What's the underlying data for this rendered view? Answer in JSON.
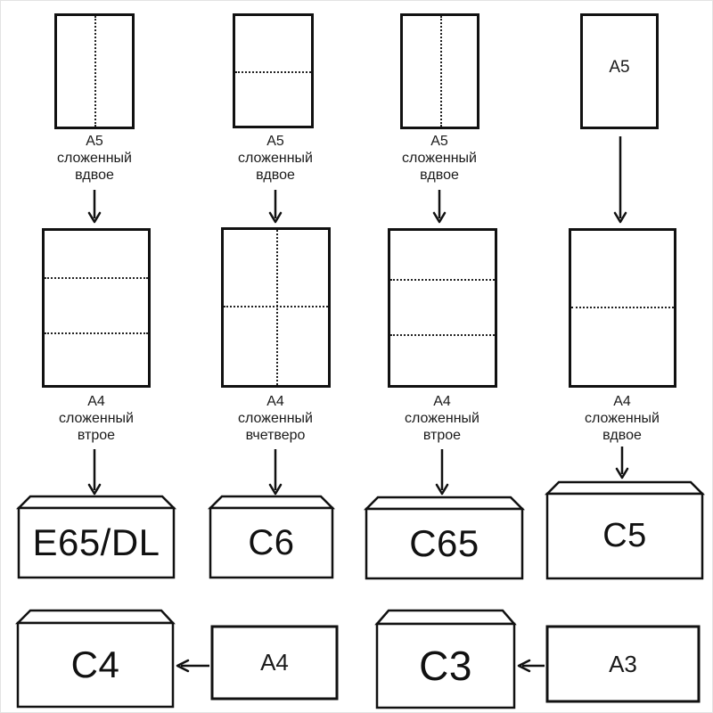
{
  "colors": {
    "background": "#ffffff",
    "outline": "#111111",
    "fold_line": "#222222",
    "highlight": "#f9a3a3"
  },
  "columns": [
    {
      "top_sheet": {
        "fold": "vertical-half",
        "label": "А5\nсложенный\nвдвое"
      },
      "mid_sheet": {
        "fold": "horizontal-thirds",
        "label": "А4\nсложенный\nвтрое"
      },
      "envelope_label": "E65/DL"
    },
    {
      "top_sheet": {
        "fold": "horizontal-half",
        "label": "А5\nсложенный\nвдвое"
      },
      "mid_sheet": {
        "fold": "cross-quarters",
        "label": "А4\nсложенный\nвчетверо"
      },
      "envelope_label": "C6"
    },
    {
      "top_sheet": {
        "fold": "vertical-half",
        "label": "А5\nсложенный\nвдвое"
      },
      "mid_sheet": {
        "fold": "horizontal-thirds",
        "label": "А4\nсложенный\nвтрое"
      },
      "envelope_label": "C65"
    },
    {
      "top_sheet": {
        "fold": "none",
        "inner_label": "A5"
      },
      "mid_sheet": {
        "fold": "horizontal-half",
        "label": "А4\nсложенный\nвдвое"
      },
      "envelope_label": "C5"
    }
  ],
  "bottom": [
    {
      "envelope_label": "C4",
      "source_label": "A4",
      "highlighted": true
    },
    {
      "envelope_label": "C3",
      "source_label": "A3",
      "highlighted": false
    }
  ]
}
